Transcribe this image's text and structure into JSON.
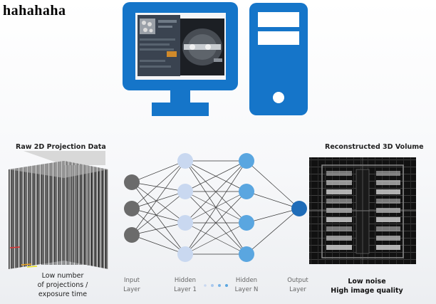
{
  "caption": "hahahaha",
  "raw_block": {
    "title": "Raw 2D Projection Data",
    "caption_lines": [
      "Low number",
      "of projections /",
      "exposure time"
    ]
  },
  "network": {
    "input_label": [
      "Input",
      "Layer"
    ],
    "hidden1_label": [
      "Hidden",
      "Layer 1"
    ],
    "hiddenN_label": [
      "Hidden",
      "Layer N"
    ],
    "output_label": [
      "Output",
      "Layer"
    ],
    "input_color": "#6b6b6b",
    "hidden1_color": "#c9d8f0",
    "hiddenN_color": "#5aa6e0",
    "output_color": "#1f6cb8"
  },
  "recon_block": {
    "title": "Reconstructed 3D Volume",
    "caption_lines": [
      "Low noise",
      "High image quality"
    ]
  },
  "computer": {
    "color": "#1575c9"
  }
}
